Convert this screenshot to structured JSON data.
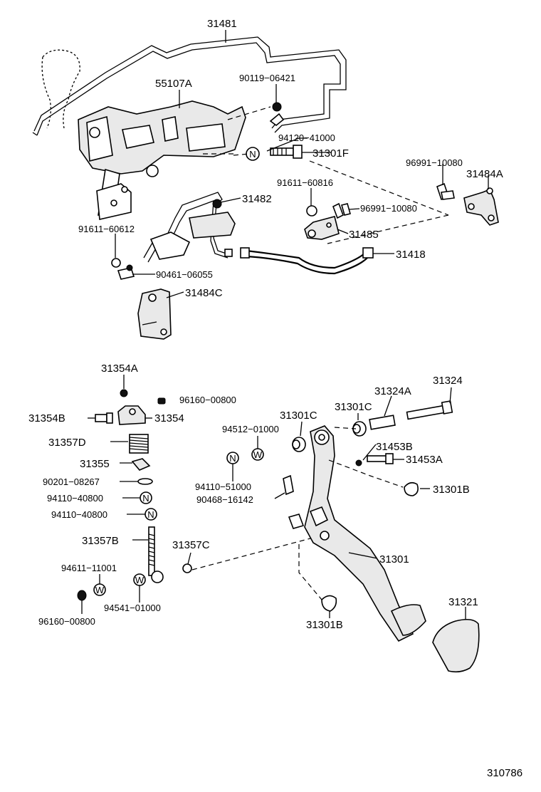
{
  "diagram_id": "310786",
  "parts": {
    "p31481": "31481",
    "p55107A": "55107A",
    "p90119_06421": "90119−06421",
    "p94120_41000": "94120−41000",
    "p31301F": "31301F",
    "p96991_10080_a": "96991−10080",
    "p31484A": "31484A",
    "p91611_60816": "91611−60816",
    "p96991_10080_b": "96991−10080",
    "p31482": "31482",
    "p91611_60612": "91611−60612",
    "p31485": "31485",
    "p31418": "31418",
    "p90461_06055": "90461−06055",
    "p31484C": "31484C",
    "p31354A": "31354A",
    "p96160_00800_a": "96160−00800",
    "p31354B": "31354B",
    "p31354": "31354",
    "p31357D": "31357D",
    "p31355": "31355",
    "p90201_08267": "90201−08267",
    "p94110_40800_a": "94110−40800",
    "p94110_40800_b": "94110−40800",
    "p31357B": "31357B",
    "p94611_11001": "94611−11001",
    "p94541_01000": "94541−01000",
    "p96160_00800_b": "96160−00800",
    "p31357C": "31357C",
    "p94512_01000": "94512−01000",
    "p31301C_a": "31301C",
    "p31301C_b": "31301C",
    "p31324A": "31324A",
    "p31324": "31324",
    "p31453B": "31453B",
    "p31453A": "31453A",
    "p94110_51000": "94110−51000",
    "p90468_16142": "90468−16142",
    "p31301B_a": "31301B",
    "p31301": "31301",
    "p31301B_b": "31301B",
    "p31321": "31321"
  },
  "glyphs": {
    "nut_n": "N",
    "washer_w": "W"
  }
}
